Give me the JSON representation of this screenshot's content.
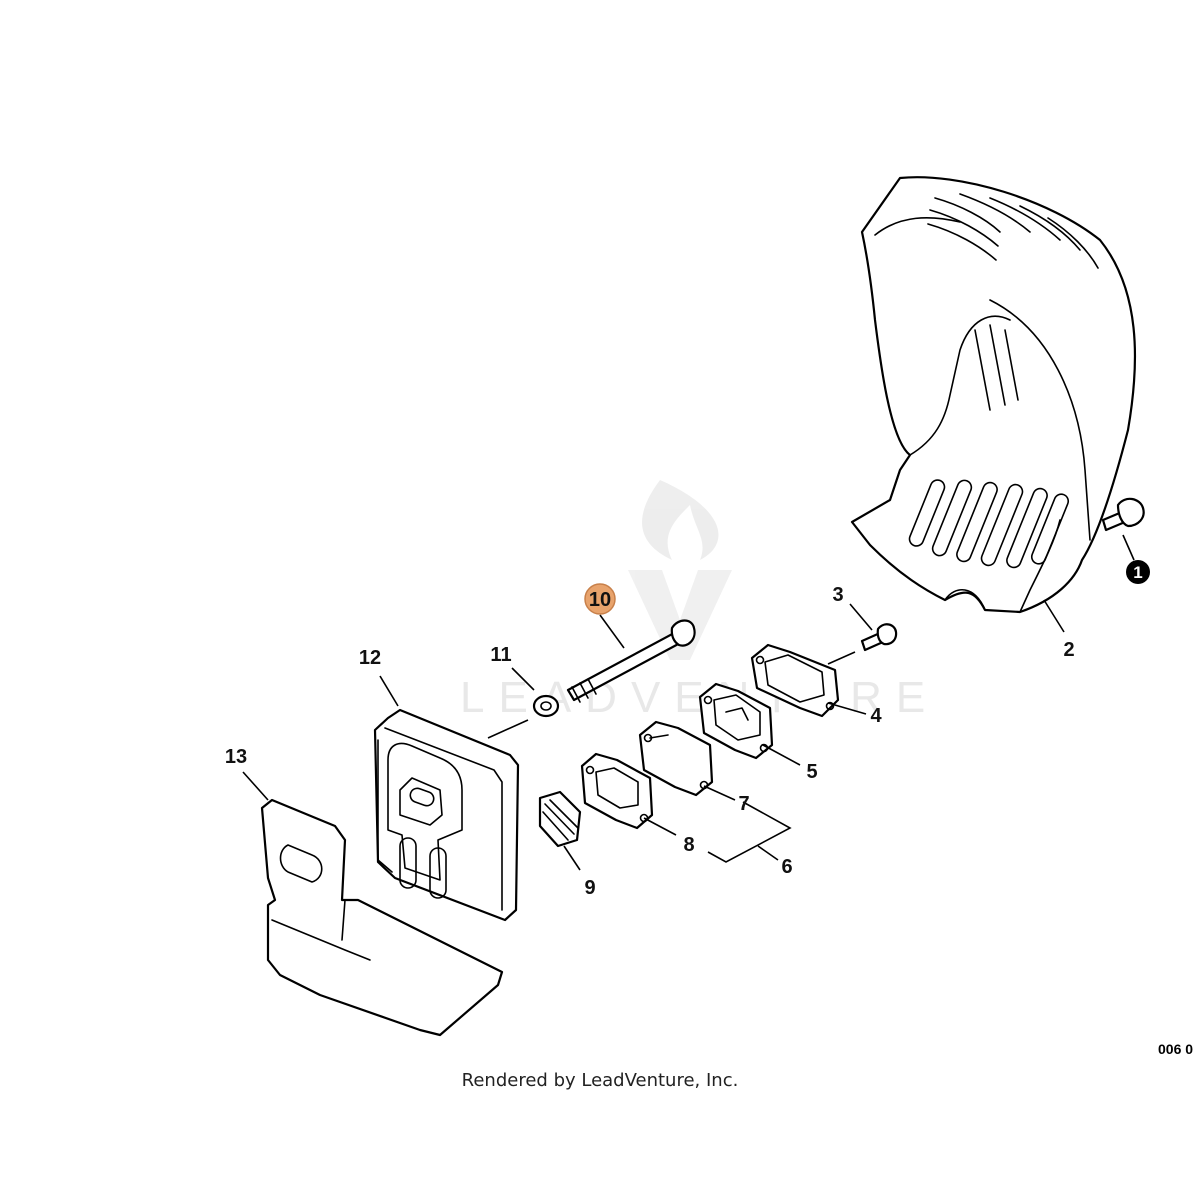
{
  "diagram": {
    "watermark_text": "LEADVENTURE",
    "callouts": {
      "c1": "1",
      "c2": "2",
      "c3": "3",
      "c4": "4",
      "c5": "5",
      "c6": "6",
      "c7": "7",
      "c8": "8",
      "c9": "9",
      "c10": "10",
      "c11": "11",
      "c12": "12",
      "c13": "13"
    },
    "highlight_color": "#e8a36c",
    "diagram_code": "006 0",
    "footer_text": "Rendered by LeadVenture, Inc."
  }
}
